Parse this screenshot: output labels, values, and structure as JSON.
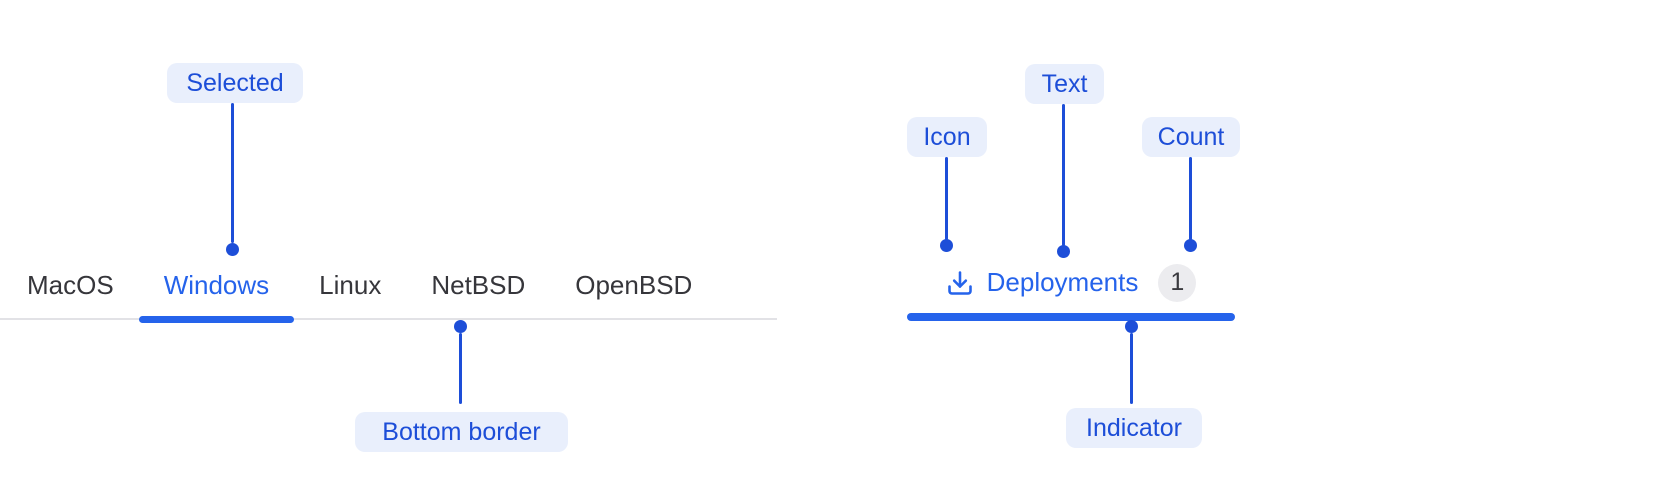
{
  "colors": {
    "accent_blue": "#2563eb",
    "annotation_blue": "#1d4ed8",
    "annotation_chip_bg": "#e9effc",
    "tab_text_gray": "#36363b",
    "tab_border_gray": "#e2e2e6",
    "count_badge_bg": "#ececef",
    "count_badge_text": "#3a3a3f"
  },
  "tab_bar": {
    "tabs": [
      {
        "label": "MacOS",
        "selected": false
      },
      {
        "label": "Windows",
        "selected": true
      },
      {
        "label": "Linux",
        "selected": false
      },
      {
        "label": "NetBSD",
        "selected": false
      },
      {
        "label": "OpenBSD",
        "selected": false
      }
    ]
  },
  "deployment_tab": {
    "icon": "download-icon",
    "label": "Deployments",
    "count": "1"
  },
  "annotations": {
    "selected": "Selected",
    "bottom_border": "Bottom border",
    "icon": "Icon",
    "text": "Text",
    "count": "Count",
    "indicator": "Indicator"
  }
}
